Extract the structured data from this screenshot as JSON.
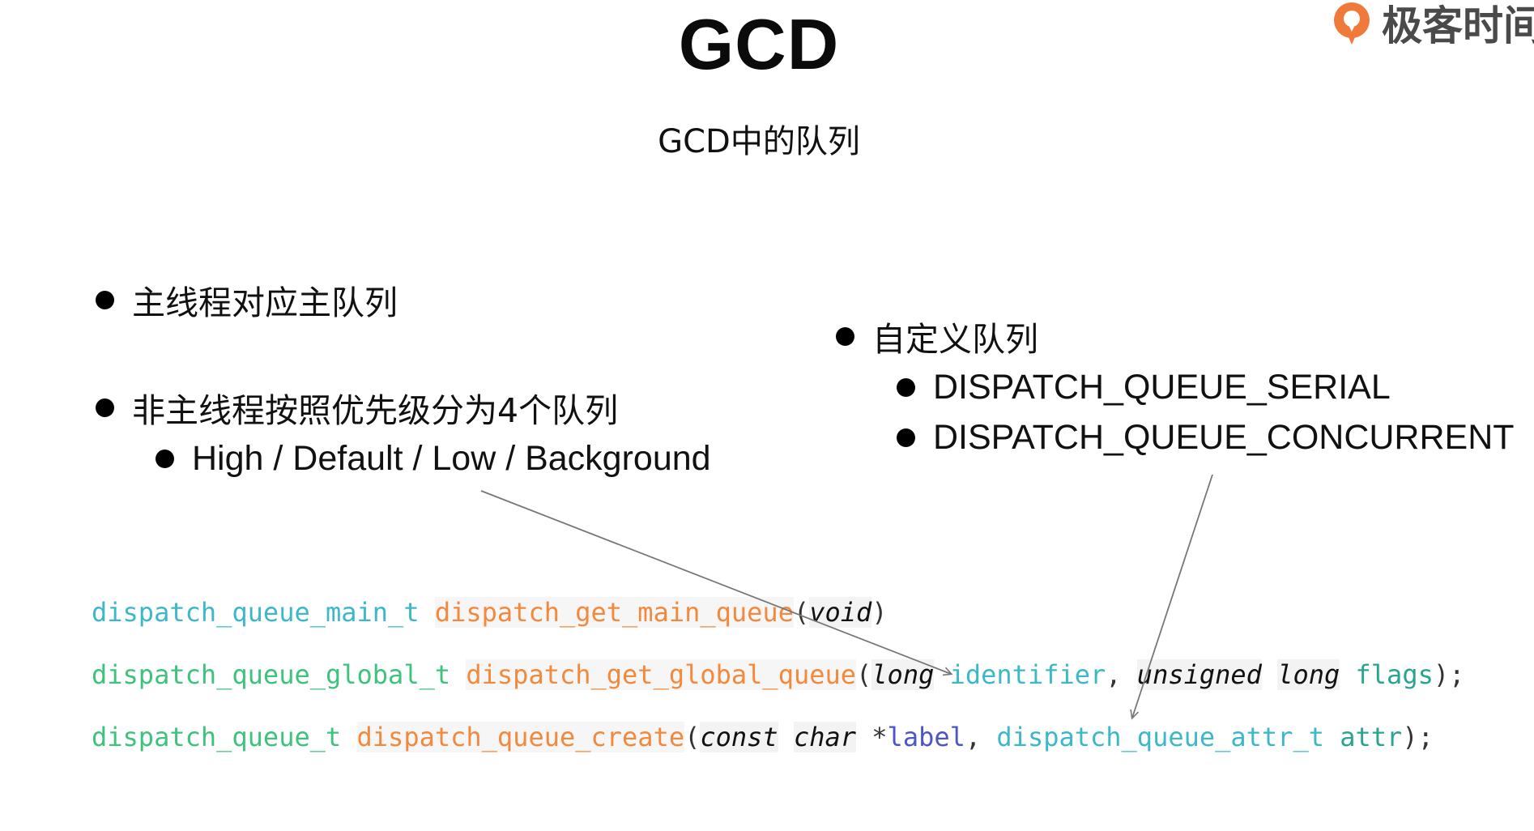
{
  "title": "GCD",
  "subtitle": "GCD中的队列",
  "logo": {
    "text": "极客时间",
    "icon": "geektime-logo-icon",
    "color": "#f07a3c"
  },
  "left_bullets": [
    {
      "text": "主线程对应主队列"
    },
    {
      "text": "非主线程按照优先级分为4个队列"
    }
  ],
  "left_sub_bullets": [
    {
      "text": "High / Default / Low / Background"
    }
  ],
  "right_bullets": [
    {
      "text": "自定义队列"
    }
  ],
  "right_sub_bullets": [
    {
      "text": "DISPATCH_QUEUE_SERIAL"
    },
    {
      "text": "DISPATCH_QUEUE_CONCURRENT"
    }
  ],
  "code": {
    "line1": {
      "type": "dispatch_queue_main_t",
      "func": "dispatch_get_main_queue",
      "open": "(",
      "arg": "void",
      "close": ")"
    },
    "line2": {
      "type": "dispatch_queue_global_t",
      "func": "dispatch_get_global_queue",
      "open": "(",
      "kw1": "long",
      "p1": "identifier",
      "comma": ",",
      "kw2": "unsigned",
      "kw3": "long",
      "p2": "flags",
      "close": ");"
    },
    "line3": {
      "type": "dispatch_queue_t",
      "func": "dispatch_queue_create",
      "open": "(",
      "kw1": "const",
      "kw2": "char",
      "star": "*",
      "p1": "label",
      "comma": ",",
      "type2": "dispatch_queue_attr_t",
      "p2": "attr",
      "close": ");"
    }
  },
  "colors": {
    "type_cyan": "#3db8c9",
    "type_green": "#3fc27c",
    "func_orange": "#f2893c",
    "param_blue": "#4b56c9",
    "arrow": "#777777"
  }
}
